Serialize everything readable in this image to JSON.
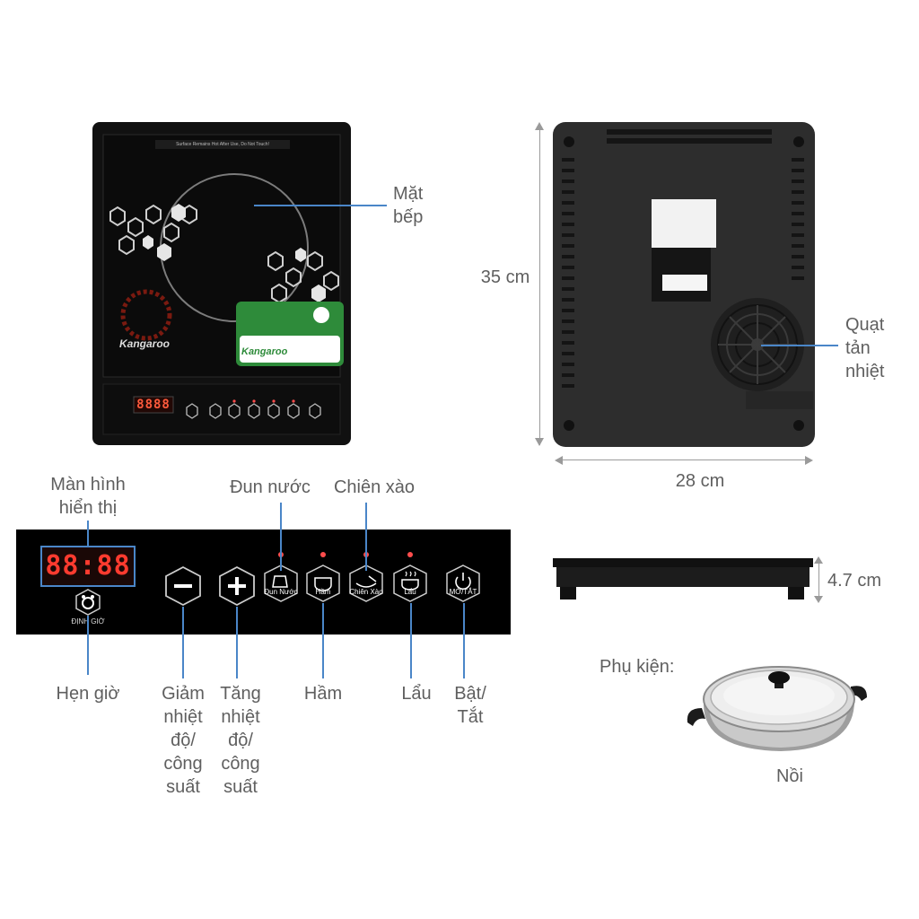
{
  "labels": {
    "cooktop_surface": "Mặt\nbếp",
    "cooling_fan": "Quạt\ntản\nnhiệt",
    "height_dim": "35 cm",
    "width_dim": "28 cm",
    "thickness_dim": "4.7 cm",
    "display": "Màn hình\nhiển thị",
    "boil_water": "Đun nước",
    "stir_fry": "Chiên xào",
    "timer": "Hẹn giờ",
    "decrease": "Giảm\nnhiệt\nđộ/\ncông\nsuất",
    "increase": "Tăng\nnhiệt\nđộ/\ncông\nsuất",
    "stew": "Hầm",
    "hotpot": "Lẩu",
    "power": "Bật/\nTắt",
    "accessory": "Phụ kiện:",
    "pot": "Nồi"
  },
  "panel": {
    "display_value": "88:88",
    "timer_button": "ĐỊNH GIỜ",
    "btn_boil": "Đun Nước",
    "btn_stew": "Hầm",
    "btn_fry": "Chiên Xào",
    "btn_hotpot": "Lẩu",
    "btn_power": "MỞ/TẮT"
  },
  "product": {
    "brand": "Kangaroo",
    "warning": "Surface Remains Hot After Use, Do Not Touch!",
    "mini_display": "8888"
  },
  "colors": {
    "accent_line": "#4a86c8",
    "display_red": "#ff3b2f",
    "indicator_red": "#ff4d4d",
    "cooktop_black": "#0d0d0d"
  }
}
